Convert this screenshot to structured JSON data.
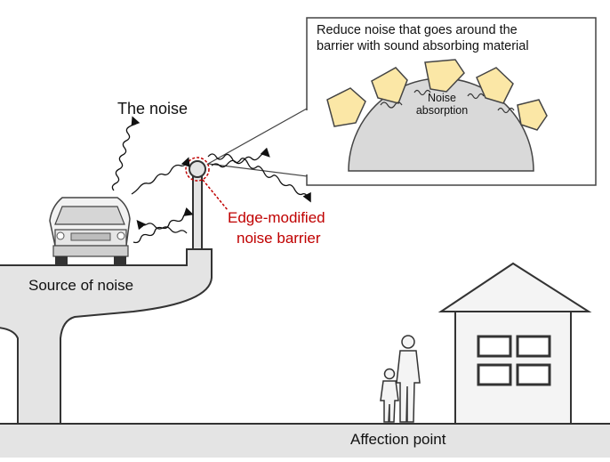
{
  "labels": {
    "noise": "The noise",
    "source": "Source of noise",
    "affection": "Affection point",
    "barrier_line1": "Edge-modified",
    "barrier_line2": "noise barrier",
    "callout_line1": "Reduce noise that goes around the",
    "callout_line2": "barrier with sound absorbing material",
    "absorb_line1": "Noise",
    "absorb_line2": "absorption"
  },
  "colors": {
    "ground": "#e4e4e4",
    "structure_stroke": "#333333",
    "absorber_fill": "#fbe7a6",
    "barrier_label": "#c00000",
    "dome_fill": "#d9d9d9"
  },
  "icons": [
    "car-icon",
    "house-icon",
    "adult-person-icon",
    "child-person-icon"
  ]
}
